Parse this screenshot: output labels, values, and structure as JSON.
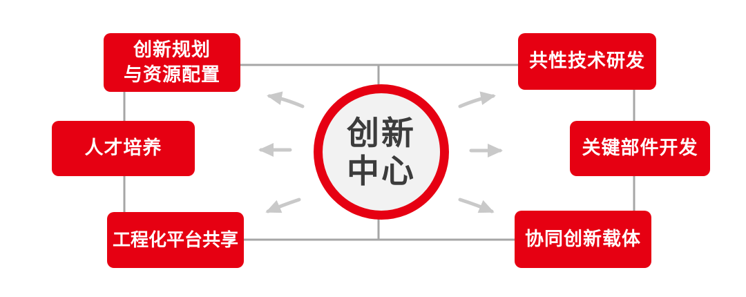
{
  "diagram": {
    "title_semantic": "innovation-center-diagram",
    "center": {
      "label": "创新\n中心"
    },
    "boxes": {
      "top_left": {
        "label": "创新规划\n与资源配置"
      },
      "mid_left": {
        "label": "人才培养"
      },
      "bottom_left": {
        "label": "工程化平台共享"
      },
      "top_right": {
        "label": "共性技术研发"
      },
      "mid_right": {
        "label": "关键部件开发"
      },
      "bottom_right": {
        "label": "协同创新载体"
      }
    },
    "colors": {
      "accent_red": "#e60012",
      "box_text": "#ffffff",
      "circle_fill": "#f2f2f2",
      "center_text": "#3c3c3c",
      "connector_gray": "#a6a6a6",
      "arrow_gray": "#c9c9c9",
      "background": "#ffffff"
    }
  }
}
